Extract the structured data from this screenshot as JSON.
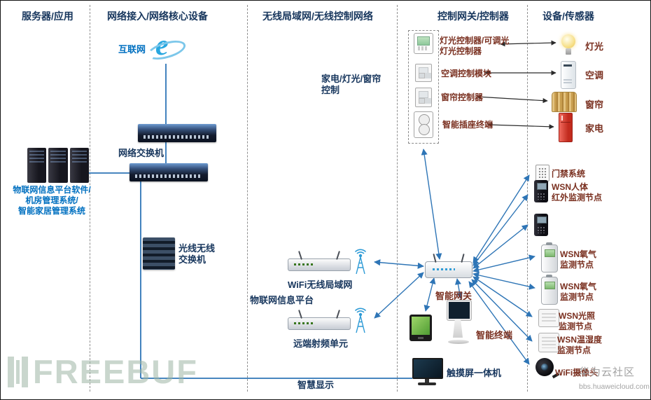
{
  "columns": [
    {
      "label": "服务器/应用"
    },
    {
      "label": "网络接入/网络核心设备"
    },
    {
      "label": "无线局域网/无线控制网络"
    },
    {
      "label": "控制网关/控制器"
    },
    {
      "label": "设备/传感器"
    }
  ],
  "nodes": {
    "internet": {
      "label": "互联网"
    },
    "network_switch": {
      "label": "网络交换机"
    },
    "servers": {
      "label": "物联网信息平台软件/\n机房管理系统/\n智能家居管理系统"
    },
    "optical_switch": {
      "label": "光线无线\n交换机"
    },
    "wifi_lan": {
      "label": "WiFi无线局域网"
    },
    "iot_platform": {
      "label": "物联网信息平台"
    },
    "rru": {
      "label": "远端射频单元"
    },
    "home_control": {
      "label": "家电/灯光/窗帘\n控制"
    },
    "light_controller": {
      "label": "灯光控制器/可调光\n灯光控制器"
    },
    "ac_module": {
      "label": "空调控制模块"
    },
    "curtain_controller": {
      "label": "窗帘控制器"
    },
    "smart_socket": {
      "label": "智能插座终端"
    },
    "light": {
      "label": "灯光"
    },
    "ac": {
      "label": "空调"
    },
    "curtain": {
      "label": "窗帘"
    },
    "appliance": {
      "label": "家电"
    },
    "smart_gateway": {
      "label": "智能网关"
    },
    "smart_terminal": {
      "label": "智能终端"
    },
    "access_system": {
      "label": "门禁系统"
    },
    "wsn_body": {
      "label": "WSN人体\n红外监测节点"
    },
    "wsn_oxygen_1": {
      "label": "WSN氧气\n监测节点"
    },
    "wsn_oxygen_2": {
      "label": "WSN氧气\n监测节点"
    },
    "wsn_light": {
      "label": "WSN光照\n监测节点"
    },
    "wsn_humidity": {
      "label": "WSN温湿度\n监测节点"
    },
    "wifi_camera": {
      "label": "WiFi摄像头"
    },
    "touch_screen": {
      "label": "触摸屏一体机"
    },
    "smart_display": {
      "label": "智慧显示"
    }
  },
  "watermarks": {
    "freebuf": "FREEBUF",
    "community": "华为云社区",
    "community_url": "bbs.huaweicloud.com"
  },
  "colors": {
    "header": "#17365D",
    "blue_label": "#0070C0",
    "device_label": "#7a3020",
    "wire_blue": "#2E75B6",
    "wire_black": "#2b2b2b"
  }
}
